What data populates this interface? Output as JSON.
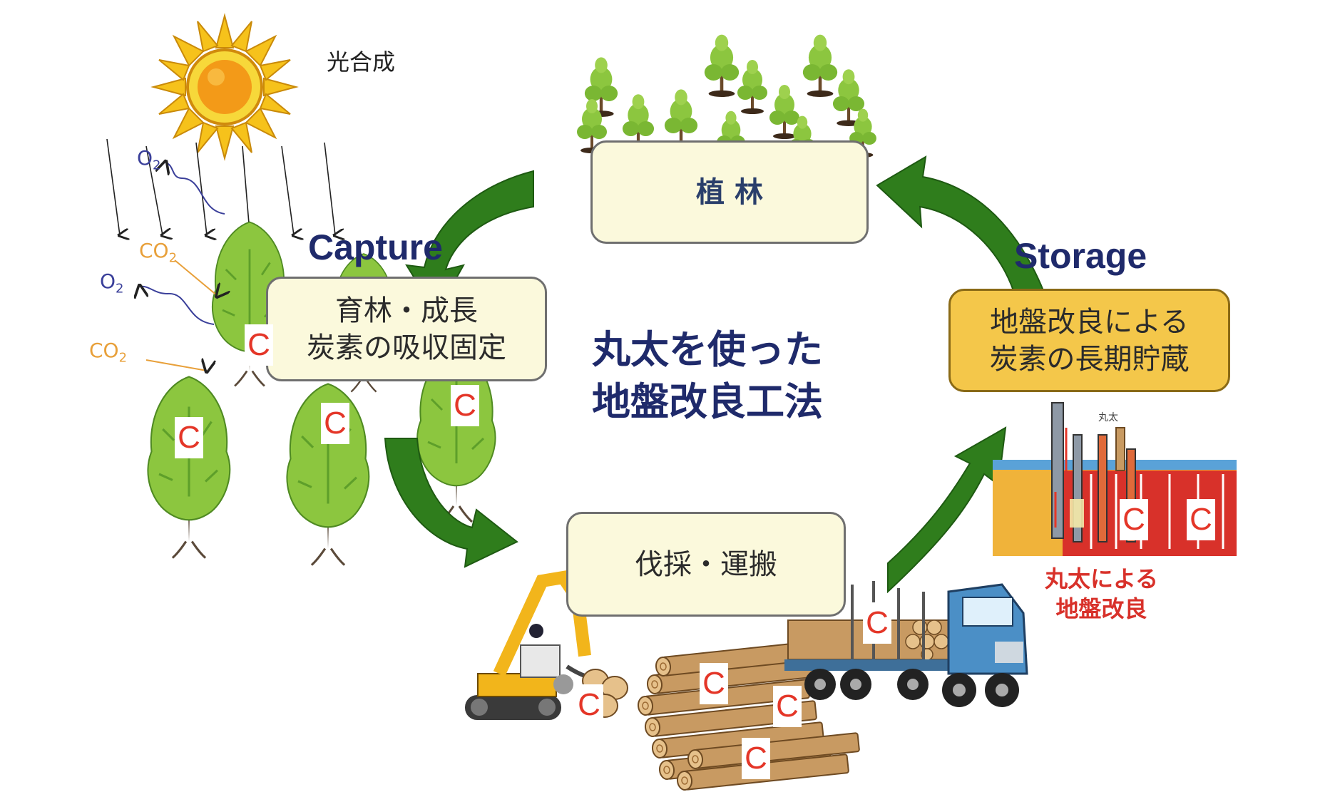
{
  "photosynthesis_label": "光合成",
  "gases": {
    "o2_top": "O",
    "o2_top_sub": "2",
    "co2_mid": "CO",
    "co2_mid_sub": "2",
    "o2_mid": "O",
    "o2_mid_sub": "2",
    "co2_low": "CO",
    "co2_low_sub": "2"
  },
  "capture_label": "Capture",
  "storage_label": "Storage",
  "planting_box": "植 林",
  "growth_box": {
    "line1": "育林・成長",
    "line2": "炭素の吸収固定"
  },
  "harvest_box": "伐採・運搬",
  "storage_box": {
    "line1": "地盤改良による",
    "line2": "炭素の長期貯蔵"
  },
  "center_title": {
    "line1": "丸太を使った",
    "line2": "地盤改良工法"
  },
  "ground_caption": {
    "line1": "丸太による",
    "line2": "地盤改良"
  },
  "pile_small_label": "丸太",
  "carbon_mark": "C",
  "colors": {
    "arrow_green": "#2f7d1c",
    "tree_green": "#8cc63f",
    "title_navy": "#1f2a6b",
    "carbon_red": "#e43628",
    "box_cream": "#fbf9dc",
    "box_gold": "#f4c74a",
    "soil_orange": "#f0b33a",
    "soil_red": "#d8312a"
  }
}
